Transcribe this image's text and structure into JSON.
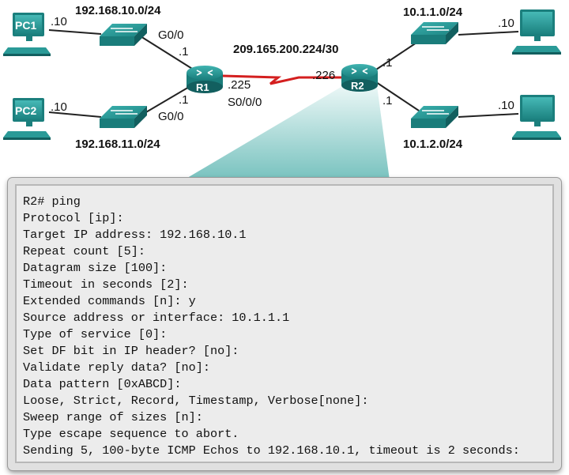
{
  "topology": {
    "networks": {
      "lan1": "192.168.10.0/24",
      "lan2": "192.168.11.0/24",
      "wan": "209.165.200.224/30",
      "lan3": "10.1.1.0/24",
      "lan4": "10.1.2.0/24"
    },
    "hosts": {
      "pc1": {
        "name": "PC1",
        "addr": ".10"
      },
      "pc2": {
        "name": "PC2",
        "addr": ".10"
      },
      "pc3": {
        "addr": ".10"
      },
      "pc4": {
        "addr": ".10"
      }
    },
    "routers": {
      "r1": {
        "name": "R1",
        "g00_label": "G0/0",
        "g00_upper_addr": ".1",
        "g00_lower_addr": ".1",
        "lower_if_label": "G0/0",
        "serial_addr": ".225",
        "serial_label": "S0/0/0"
      },
      "r2": {
        "name": "R2",
        "serial_addr": ".226",
        "upper_addr": ".1",
        "lower_addr": ".1"
      }
    },
    "colors": {
      "device": "#1f8f8f",
      "device_dark": "#125f5f",
      "serial_link": "#d41f1f",
      "callout": "#a8d8d6"
    }
  },
  "terminal": {
    "lines": [
      "R2# ping",
      "Protocol [ip]:",
      "Target IP address: 192.168.10.1",
      "Repeat count [5]:",
      "Datagram size [100]:",
      "Timeout in seconds [2]:",
      "Extended commands [n]: y",
      "Source address or interface: 10.1.1.1",
      "Type of service [0]:",
      "Set DF bit in IP header? [no]:",
      "Validate reply data? [no]:",
      "Data pattern [0xABCD]:",
      "Loose, Strict, Record, Timestamp, Verbose[none]:",
      "Sweep range of sizes [n]:",
      "Type escape sequence to abort.",
      "Sending 5, 100-byte ICMP Echos to 192.168.10.1, timeout is 2 seconds:"
    ]
  }
}
